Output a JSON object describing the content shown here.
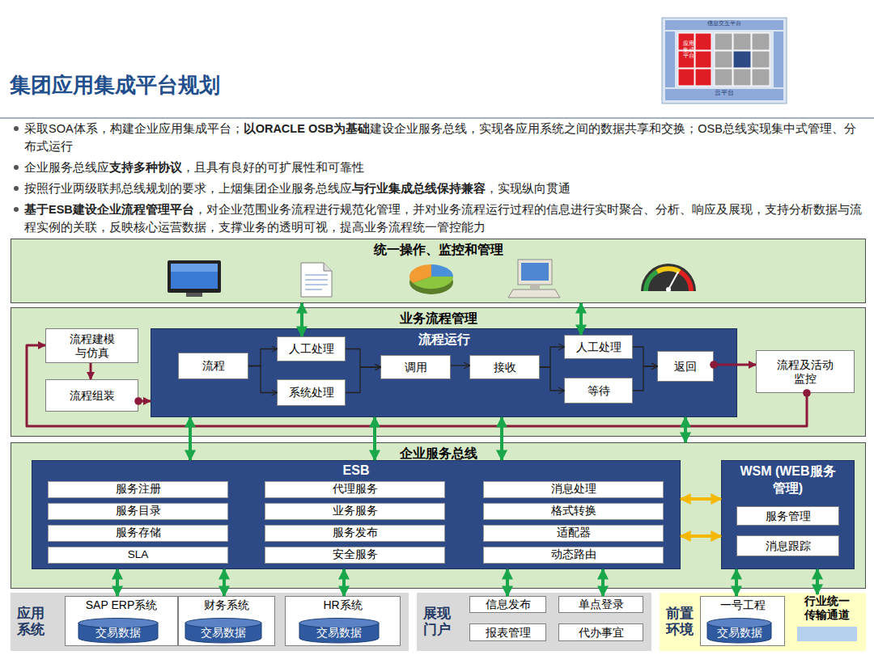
{
  "diagram": {
    "title": "集团应用集成平台规划",
    "nodes": [
      {
        "text": [
          "统一操作、监控和管理"
        ]
      },
      {
        "text": [
          "业务流程管理"
        ]
      },
      {
        "text": [
          "流程建模与仿真"
        ],
        "in": 1
      },
      {
        "text": [
          "流程组装"
        ],
        "in": 1
      },
      {
        "text": [
          "流程运行"
        ],
        "in": 1
      },
      {
        "text": [
          "流程"
        ],
        "in": 4
      },
      {
        "text": [
          "人工处理"
        ],
        "in": 4
      },
      {
        "text": [
          "系统处理"
        ],
        "in": 4
      },
      {
        "text": [
          "调用"
        ],
        "in": 4
      },
      {
        "text": [
          "接收"
        ],
        "in": 4
      },
      {
        "text": [
          "人工处理"
        ],
        "in": 4
      },
      {
        "text": [
          "等待"
        ],
        "in": 4
      },
      {
        "text": [
          "返回"
        ],
        "in": 4
      },
      {
        "text": [
          "流程及活动监控"
        ],
        "in": 1
      },
      {
        "text": [
          "企业服务总线"
        ]
      },
      {
        "text": [
          "ESB"
        ],
        "in": 14
      },
      {
        "text": [
          "服务注册"
        ],
        "in": 15
      },
      {
        "text": [
          "代理服务"
        ],
        "in": 15
      },
      {
        "text": [
          "消息处理"
        ],
        "in": 15
      },
      {
        "text": [
          "服务目录"
        ],
        "in": 15
      },
      {
        "text": [
          "业务服务"
        ],
        "in": 15
      },
      {
        "text": [
          "格式转换"
        ],
        "in": 15
      },
      {
        "text": [
          "服务存储"
        ],
        "in": 15
      },
      {
        "text": [
          "服务发布"
        ],
        "in": 15
      },
      {
        "text": [
          "适配器"
        ],
        "in": 15
      },
      {
        "text": [
          "SLA"
        ],
        "in": 15
      },
      {
        "text": [
          "安全服务"
        ],
        "in": 15
      },
      {
        "text": [
          "动态路由"
        ],
        "in": 15
      },
      {
        "text": [
          "WSM (WEB服务管理)"
        ],
        "in": 14
      },
      {
        "text": [
          "服务管理"
        ],
        "in": 28
      },
      {
        "text": [
          "消息跟踪"
        ],
        "in": 28
      },
      {
        "text": [
          "应用系统"
        ]
      },
      {
        "text": [
          "SAP ERP系统"
        ],
        "in": 31
      },
      {
        "text": [
          "交易数据"
        ],
        "in": 32
      },
      {
        "text": [
          "财务系统"
        ],
        "in": 31
      },
      {
        "text": [
          "交易数据"
        ],
        "in": 34
      },
      {
        "text": [
          "HR系统"
        ],
        "in": 31
      },
      {
        "text": [
          "交易数据"
        ],
        "in": 36
      },
      {
        "text": [
          "展现门户"
        ]
      },
      {
        "text": [
          "信息发布"
        ],
        "in": 38
      },
      {
        "text": [
          "单点登录"
        ],
        "in": 38
      },
      {
        "text": [
          "报表管理"
        ],
        "in": 38
      },
      {
        "text": [
          "代办事宜"
        ],
        "in": 38
      },
      {
        "text": [
          "前置环境"
        ]
      },
      {
        "text": [
          "一号工程"
        ],
        "in": 43
      },
      {
        "text": [
          "交易数据"
        ],
        "in": 44
      },
      {
        "text": [
          "行业统一传输通道"
        ],
        "in": 43
      }
    ],
    "edges": [
      {
        "from": 0,
        "to": 6,
        "arrow": "both"
      },
      {
        "from": 0,
        "to": 10,
        "arrow": "both"
      },
      {
        "from": 2,
        "to": 3,
        "arrow": "to"
      },
      {
        "from": 3,
        "to": 4,
        "arrow": "to"
      },
      {
        "from": 5,
        "to": 6,
        "arrow": "to"
      },
      {
        "from": 5,
        "to": 7,
        "arrow": "to"
      },
      {
        "from": 6,
        "to": 8,
        "arrow": "to"
      },
      {
        "from": 7,
        "to": 8,
        "arrow": "to"
      },
      {
        "from": 8,
        "to": 9,
        "arrow": "to"
      },
      {
        "from": 9,
        "to": 10,
        "arrow": "to"
      },
      {
        "from": 9,
        "to": 11,
        "arrow": "to"
      },
      {
        "from": 10,
        "to": 12,
        "arrow": "to"
      },
      {
        "from": 11,
        "to": 12,
        "arrow": "to"
      },
      {
        "from": 12,
        "to": 13,
        "arrow": "to"
      },
      {
        "from": 13,
        "to": 2,
        "arrow": "to"
      },
      {
        "from": 4,
        "to": 15,
        "arrow": "both"
      },
      {
        "from": 4,
        "to": 15,
        "arrow": "both"
      },
      {
        "from": 4,
        "to": 15,
        "arrow": "both"
      },
      {
        "from": 4,
        "to": 14,
        "arrow": "both"
      },
      {
        "from": 15,
        "to": 28,
        "arrow": "both"
      },
      {
        "from": 15,
        "to": 28,
        "arrow": "both"
      },
      {
        "from": 15,
        "to": 32,
        "arrow": "both"
      },
      {
        "from": 15,
        "to": 34,
        "arrow": "both"
      },
      {
        "from": 15,
        "to": 36,
        "arrow": "both"
      },
      {
        "from": 15,
        "to": 39,
        "arrow": "both"
      },
      {
        "from": 15,
        "to": 40,
        "arrow": "both"
      },
      {
        "from": 28,
        "to": 44,
        "arrow": "both"
      },
      {
        "from": 28,
        "to": 46,
        "arrow": "both"
      }
    ],
    "labels": [
      "采取SOA体系，构建企业应用集成平台；",
      "以ORACLE OSB为基础",
      "建设企业服务总线，实现各应用系统之间的数据共享和交换；OSB总线实现集中式管理、分布式运行",
      "企业服务总线应",
      "支持多种协议",
      "，且具有良好的可扩展性和可靠性",
      "按照行业两级联邦总线规划的要求，上烟集团企业服务总线应",
      "与行业集成总线保持兼容",
      "，实现纵向贯通",
      "基于ESB建设企业流程管理平台",
      "，对企业范围业务流程进行规范化管理，并对业务流程运行过程的信息进行实时聚合、分析、响应及展现，支持分析数据与流程实例的关联，反映核心运营数据，支撑业务的透明可视，提高业务流程统一管控能力",
      "信息交互平台",
      "应用集成平台",
      "云平台"
    ]
  }
}
